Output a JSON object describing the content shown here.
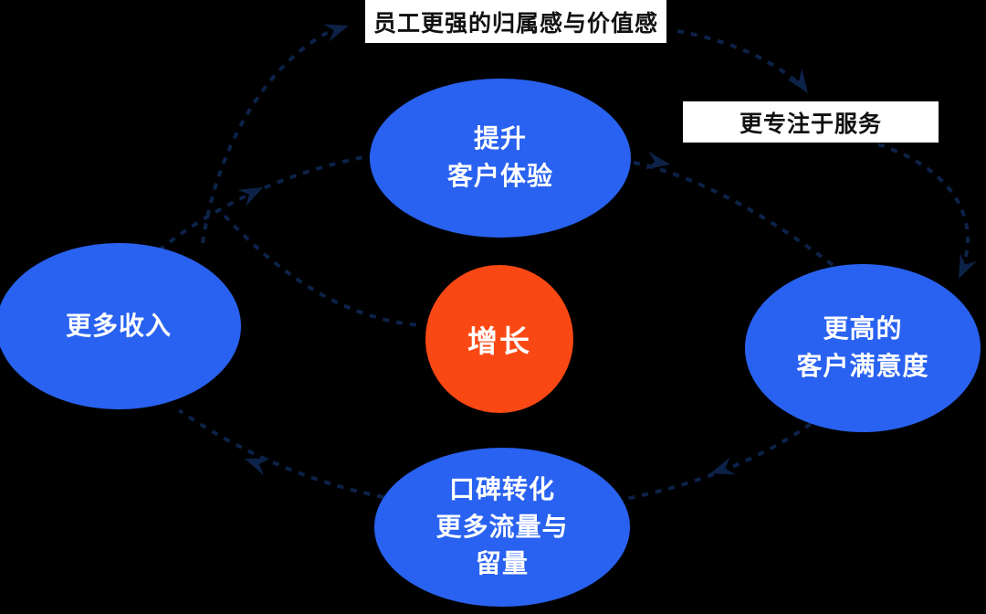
{
  "colors": {
    "background": "#000000",
    "bubble_blue": "#2962f0",
    "center_orange": "#fa4814",
    "arrow_navy": "#0d2248",
    "label_bg": "#ffffff",
    "label_text": "#111111",
    "bubble_text": "#ffffff"
  },
  "diagram": {
    "center": {
      "label": "增长"
    },
    "nodes": {
      "top": {
        "label": "提升\n客户体验"
      },
      "left": {
        "label": "更多收入"
      },
      "right": {
        "label": "更高的\n客户满意度"
      },
      "bottom": {
        "label": "口碑转化\n更多流量与\n留量"
      }
    },
    "annotations": {
      "top": {
        "label": "员工更强的归属感与价值感"
      },
      "right": {
        "label": "更专注于服务"
      }
    }
  }
}
